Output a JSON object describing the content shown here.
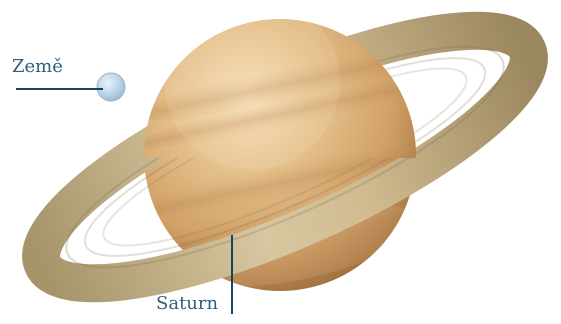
{
  "labels": {
    "earth": "Země",
    "saturn": "Saturn"
  },
  "colors": {
    "label_text": "#2f5f7b",
    "leader_line": "#17445f",
    "earth": "#bcd6ea",
    "saturn_light": "#f1d4a3",
    "saturn_mid": "#d6aa72",
    "saturn_dark": "#9d6d3b",
    "ring_light": "#d6c29a",
    "ring_dark": "#8e7a52"
  },
  "objects": [
    {
      "name": "earth",
      "shape": "sphere",
      "color": "#bcd6ea"
    },
    {
      "name": "saturn",
      "shape": "ringed-sphere",
      "color": "#d6aa72"
    }
  ]
}
